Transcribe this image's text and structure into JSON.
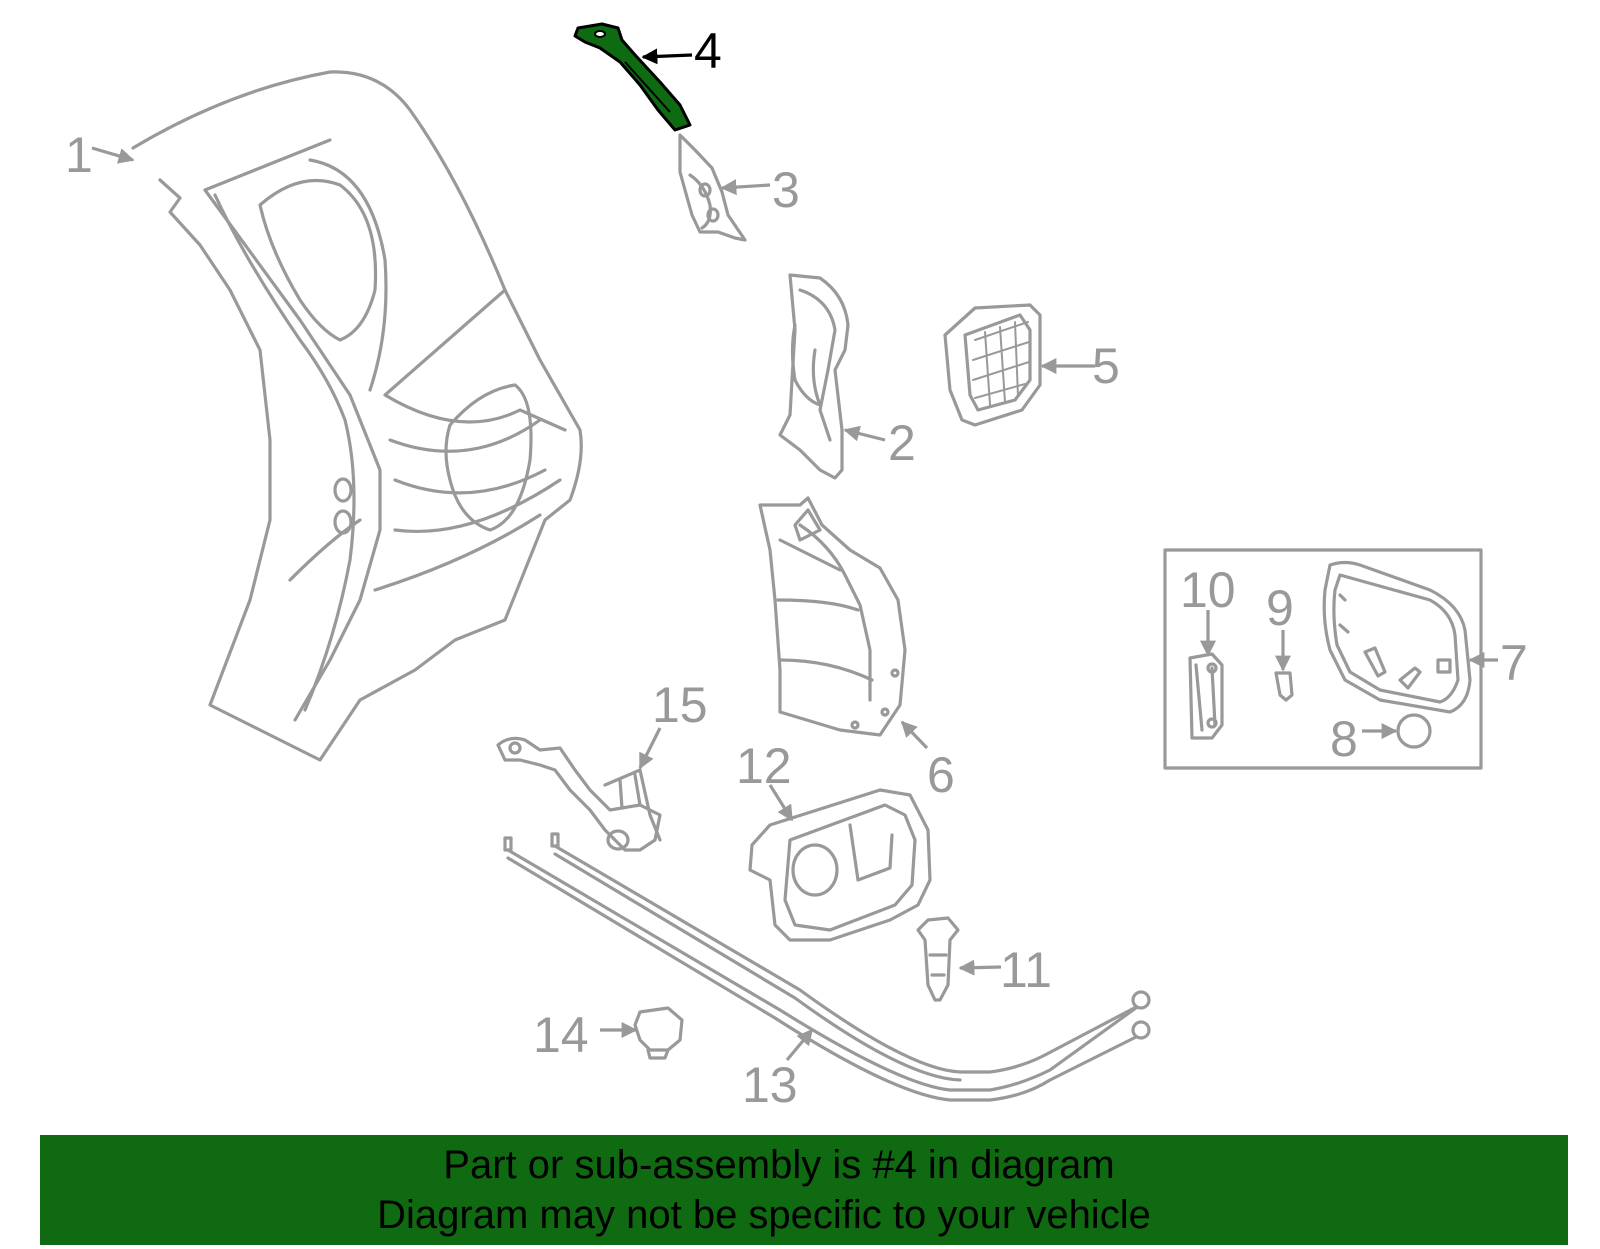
{
  "callouts": {
    "c1": "1",
    "c2": "2",
    "c3": "3",
    "c4": "4",
    "c5": "5",
    "c6": "6",
    "c7": "7",
    "c8": "8",
    "c9": "9",
    "c10": "10",
    "c11": "11",
    "c12": "12",
    "c13": "13",
    "c14": "14",
    "c15": "15"
  },
  "highlighted_part": "4",
  "colors": {
    "highlight_fill": "#0f6b12",
    "banner_bg": "#106a12",
    "line_art": "#999999"
  },
  "banner": {
    "line1": "Part or sub-assembly is #4 in diagram",
    "line2": "Diagram may not be specific to your vehicle"
  }
}
